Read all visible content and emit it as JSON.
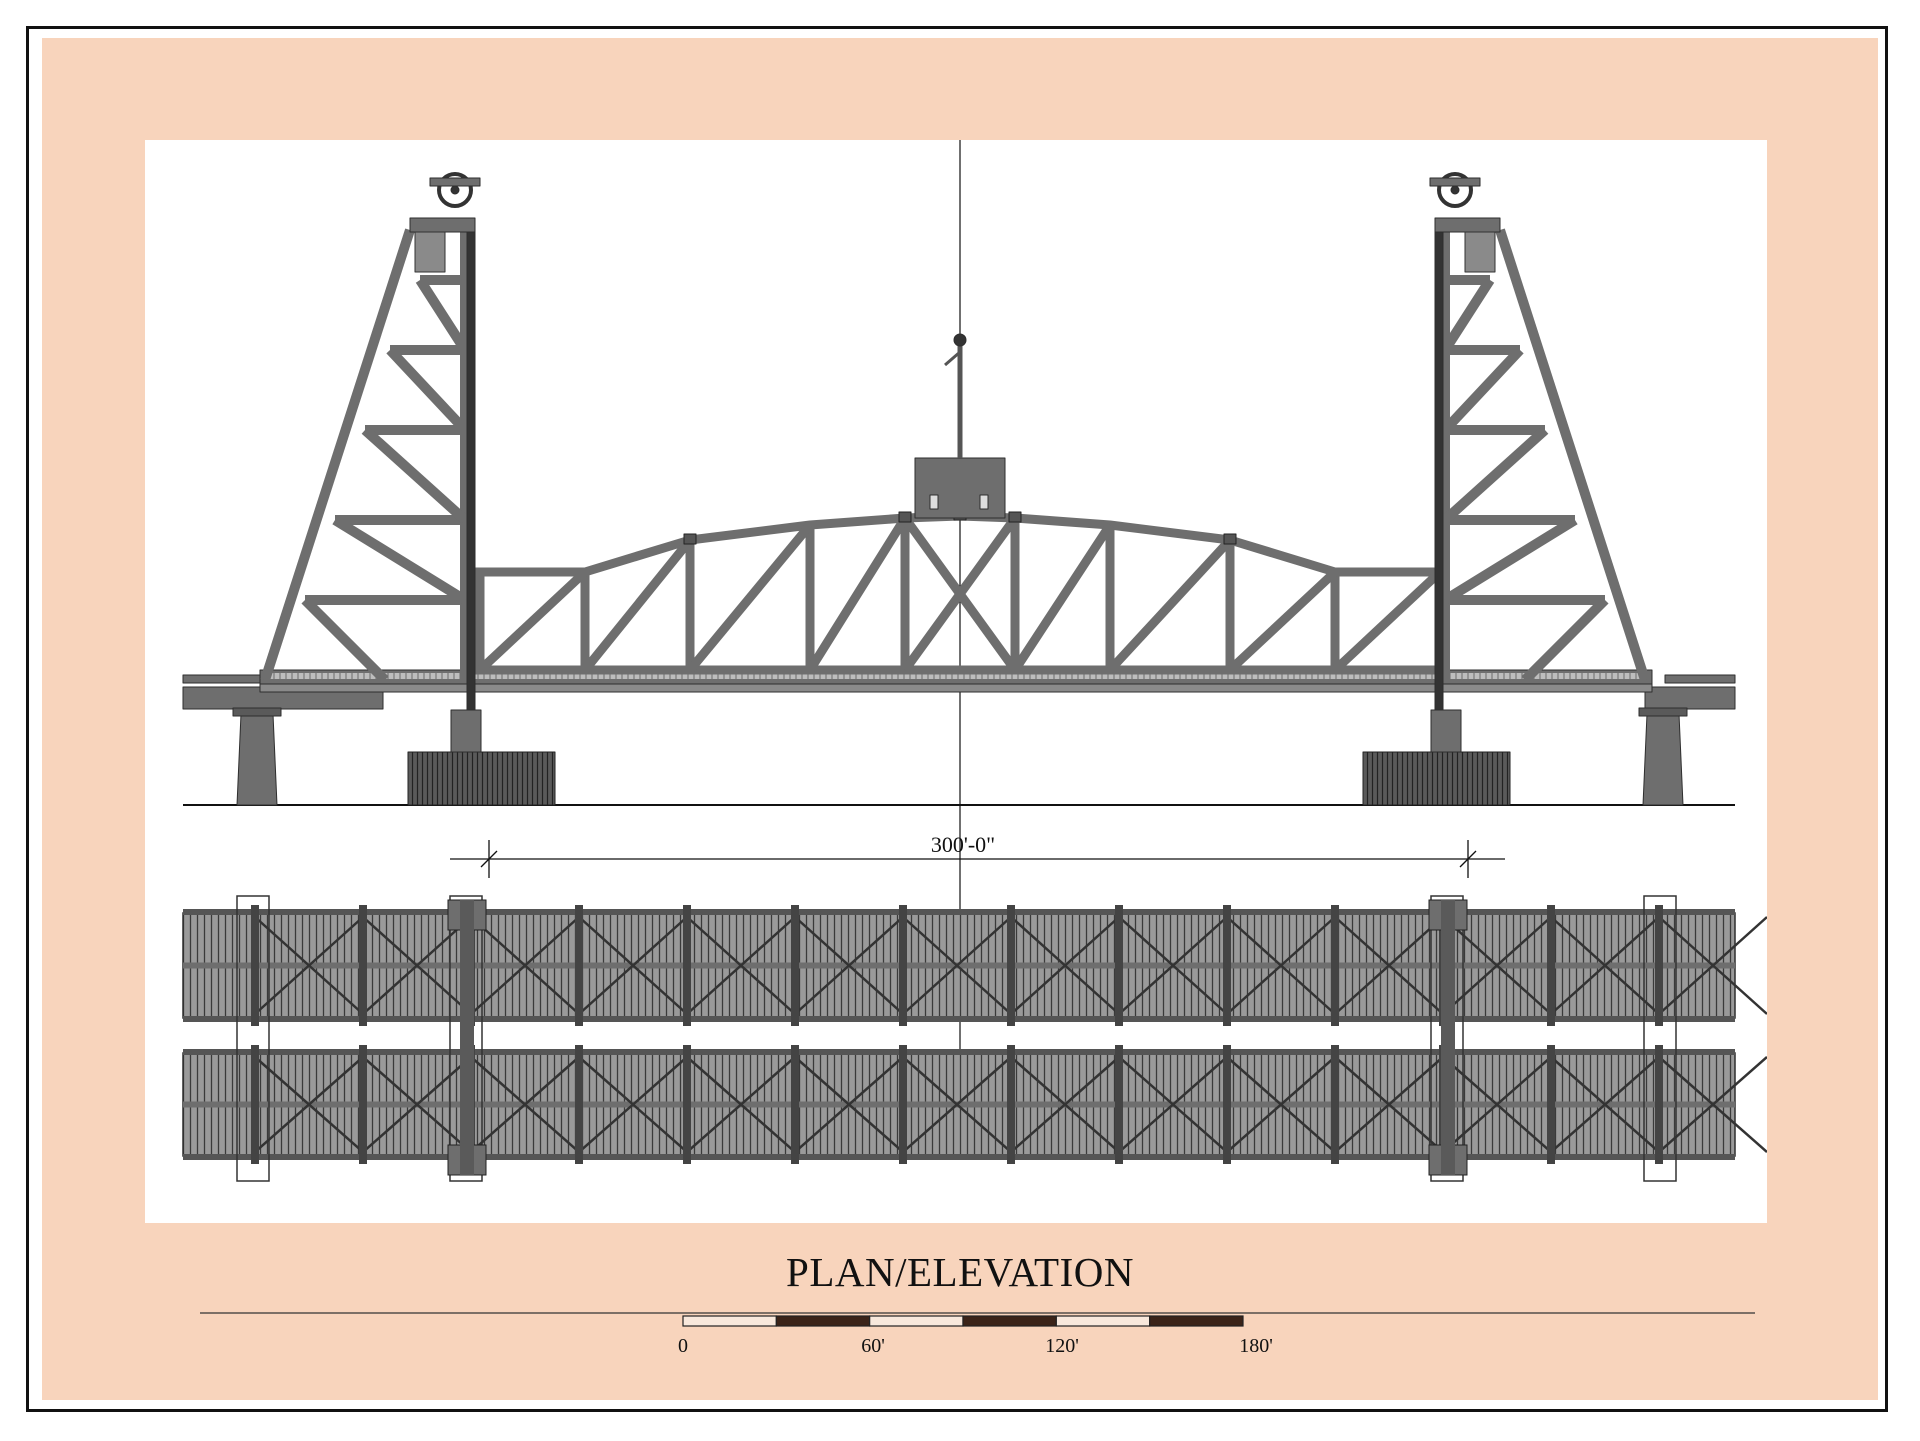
{
  "sheet": {
    "title": "PLAN/ELEVATION",
    "colors": {
      "frame_background": "#f8d4bc",
      "steel": "#6e6e6e",
      "steel_dark": "#3a3a3a",
      "scale_bar_dark": "#3b2318",
      "scale_bar_light": "#f8e8dc"
    }
  },
  "elevation": {
    "span_dimension": "300'-0\""
  },
  "scale_bar": {
    "labels": [
      "0",
      "60'",
      "120'",
      "180'"
    ]
  }
}
